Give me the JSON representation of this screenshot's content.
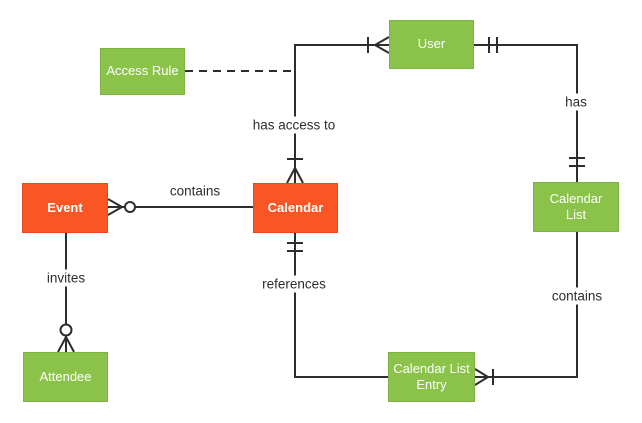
{
  "diagram_type": "entity-relationship-diagram",
  "colors": {
    "primary_entity": "#fa5524",
    "secondary_entity": "#8bc34a",
    "connector": "#2d2d2d",
    "label_text": "#2d2d2d",
    "entity_text": "#ffffff",
    "background": "#ffffff"
  },
  "entities": [
    {
      "id": "event",
      "label": "Event",
      "style": "primary"
    },
    {
      "id": "calendar",
      "label": "Calendar",
      "style": "primary"
    },
    {
      "id": "access-rule",
      "label": "Access Rule",
      "style": "secondary"
    },
    {
      "id": "user",
      "label": "User",
      "style": "secondary"
    },
    {
      "id": "calendar-list",
      "label": "Calendar List",
      "style": "secondary"
    },
    {
      "id": "calendar-list-entry",
      "label": "Calendar List Entry",
      "style": "secondary"
    },
    {
      "id": "attendee",
      "label": "Attendee",
      "style": "secondary"
    }
  ],
  "relationships": [
    {
      "label": "contains",
      "from": "Calendar",
      "to": "Event",
      "from_marker": "none",
      "to_marker": "zero-or-many",
      "line": "solid"
    },
    {
      "label": "invites",
      "from": "Event",
      "to": "Attendee",
      "from_marker": "none",
      "to_marker": "zero-or-many",
      "line": "solid"
    },
    {
      "label": "has access to",
      "from": "Calendar",
      "to": "User",
      "from_marker": "one-or-many",
      "to_marker": "one-or-many",
      "line": "solid"
    },
    {
      "label": "has",
      "from": "User",
      "to": "Calendar List",
      "from_marker": "one-and-only-one",
      "to_marker": "one-and-only-one",
      "line": "solid"
    },
    {
      "label": "contains",
      "from": "Calendar List",
      "to": "Calendar List Entry",
      "from_marker": "none",
      "to_marker": "one-or-many",
      "line": "solid"
    },
    {
      "label": "references",
      "from": "Calendar",
      "to": "Calendar List Entry",
      "from_marker": "one-and-only-one",
      "to_marker": "none",
      "line": "solid"
    }
  ],
  "annotations": [
    {
      "from": "Access Rule",
      "attached_to": "has access to",
      "line": "dashed",
      "label": ""
    }
  ]
}
